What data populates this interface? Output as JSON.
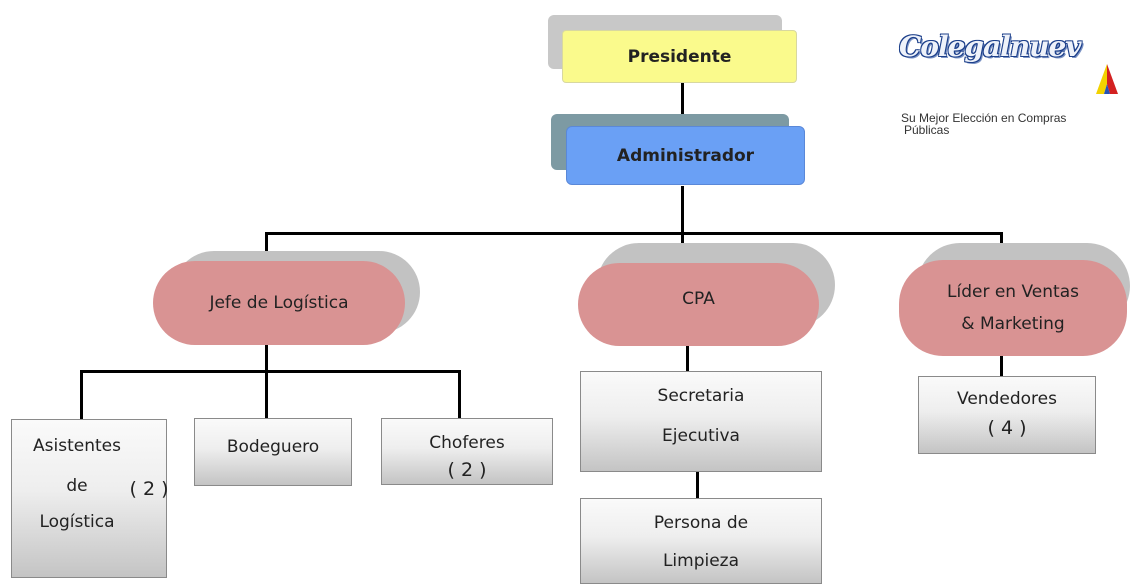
{
  "president": {
    "label": "Presidente"
  },
  "administrator": {
    "label": "Administrador"
  },
  "departments": [
    {
      "label": "Jefe de Logística"
    },
    {
      "label": "CPA"
    },
    {
      "label_line1": "Líder en Ventas",
      "label_line2": "& Marketing"
    }
  ],
  "logistics_staff": [
    {
      "line1": "Asistentes",
      "line2": "de",
      "line3": "Logística",
      "count": "( 2 )"
    },
    {
      "line1": "Bodeguero"
    },
    {
      "line1": "Choferes",
      "count": "( 2 )"
    }
  ],
  "cpa_staff": [
    {
      "line1": "Secretaria",
      "line2": "Ejecutiva"
    },
    {
      "line1": "Persona de",
      "line2": "Limpieza"
    }
  ],
  "sales_staff": [
    {
      "line1": "Vendedores",
      "count": "( 4 )"
    }
  ],
  "logo": {
    "wordmark": "Colegalnuev",
    "tagline_line1": "Su Mejor Elección en Compras",
    "tagline_line2": "Públicas"
  }
}
